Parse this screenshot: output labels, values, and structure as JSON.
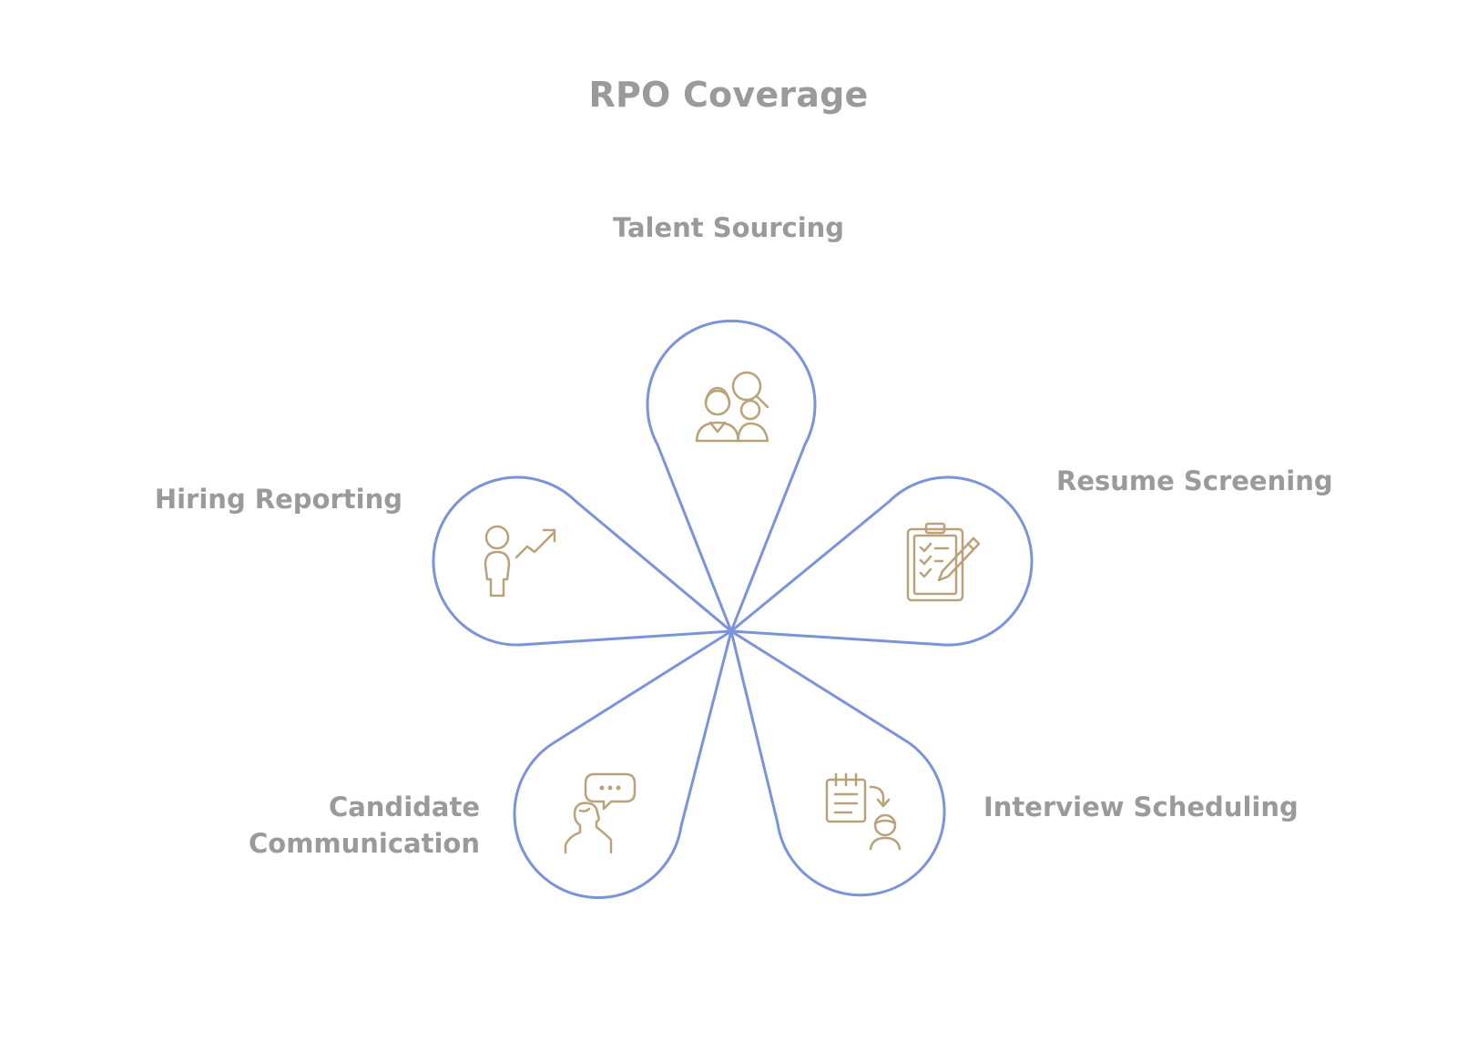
{
  "title": "RPO Coverage",
  "colors": {
    "outline": "#7b93d8",
    "icon": "#b9a27a",
    "text": "#9a9a9a",
    "background": "#ffffff"
  },
  "segments": [
    {
      "id": "talent",
      "label": "Talent Sourcing",
      "icon": "people-search-icon"
    },
    {
      "id": "resume",
      "label": "Resume Screening",
      "icon": "clipboard-pencil-icon"
    },
    {
      "id": "interview",
      "label": "Interview Scheduling",
      "icon": "calendar-person-icon"
    },
    {
      "id": "candidate",
      "label_line1": "Candidate",
      "label_line2": "Communication",
      "icon": "speech-bubble-person-icon"
    },
    {
      "id": "hiring",
      "label": "Hiring Reporting",
      "icon": "person-trend-icon"
    }
  ]
}
